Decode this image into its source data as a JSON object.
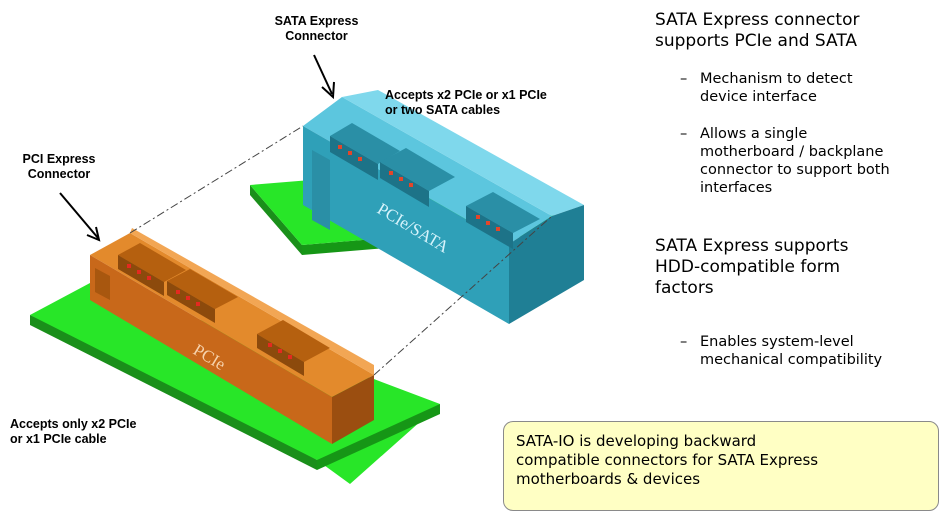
{
  "labels": {
    "sata_connector": [
      "SATA Express",
      "Connector"
    ],
    "pcie_connector": [
      "PCI Express",
      "Connector"
    ],
    "sata_accepts": [
      "Accepts x2 PCIe or x1 PCIe",
      "or two SATA cables"
    ],
    "pcie_accepts": [
      "Accepts only x2 PCIe",
      "or x1 PCIe cable"
    ],
    "sata_face": "PCIe/SATA",
    "pcie_face": "PCIe"
  },
  "right_text": {
    "heading1": [
      "SATA Express connector",
      "supports PCIe and SATA"
    ],
    "bullets1": [
      {
        "dash": "–",
        "lines": [
          "Mechanism to detect",
          "device interface"
        ]
      },
      {
        "dash": "–",
        "lines": [
          "Allows a single",
          "motherboard / backplane",
          "connector to support both",
          "interfaces"
        ]
      }
    ],
    "heading2": [
      "SATA Express supports",
      "HDD-compatible form",
      "factors"
    ],
    "bullets2": [
      {
        "dash": "–",
        "lines": [
          "Enables system-level",
          "mechanical compatibility"
        ]
      }
    ]
  },
  "callout": {
    "lines": [
      "SATA-IO is developing backward",
      "compatible connectors for SATA Express",
      "motherboards & devices"
    ]
  },
  "colors": {
    "board_top": "#28e628",
    "board_side": "#16a316",
    "sata_front": "#2e9cb5",
    "sata_top": "#6fd0e6",
    "pcie_front": "#c8681a",
    "pcie_top": "#f2a654",
    "callout_bg": "#ffffc4"
  }
}
